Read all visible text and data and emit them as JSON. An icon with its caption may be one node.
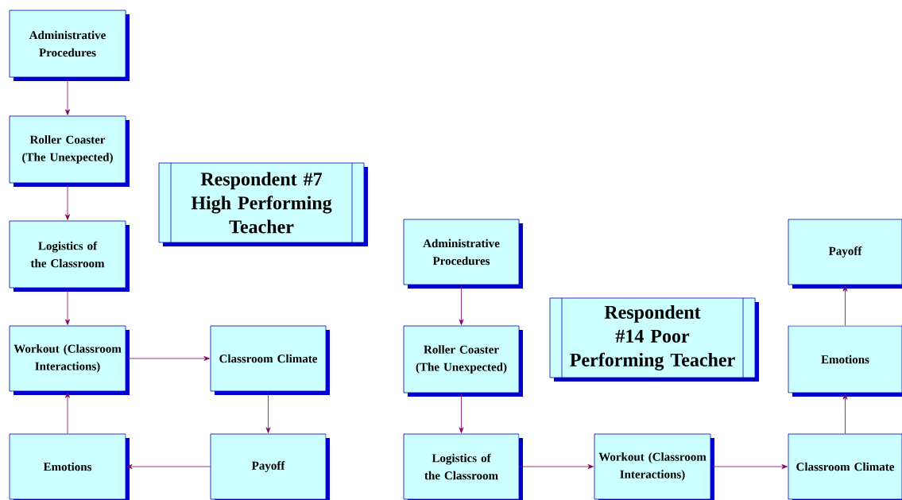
{
  "diagram": {
    "nodes": [
      {
        "text": [
          "Administrative Procedures"
        ]
      },
      {
        "text": [
          "Roller Coaster (The Unexpected)"
        ]
      },
      {
        "text": [
          "Respondent #7 High Performing Teacher"
        ]
      },
      {
        "text": [
          "Logistics of the Classroom"
        ]
      },
      {
        "text": [
          "Workout (Classroom Interactions)"
        ]
      },
      {
        "text": [
          "Classroom Climate"
        ]
      },
      {
        "text": [
          "Emotions"
        ]
      },
      {
        "text": [
          "Payoff"
        ]
      },
      {
        "text": [
          "Administrative Procedures"
        ]
      },
      {
        "text": [
          "Payoff"
        ]
      },
      {
        "text": [
          "Respondent #14 Poor Performing Teacher"
        ]
      },
      {
        "text": [
          "Roller Coaster (The Unexpected)"
        ]
      },
      {
        "text": [
          "Emotions"
        ]
      },
      {
        "text": [
          "Logistics of the Classroom"
        ]
      },
      {
        "text": [
          "Workout (Classroom Interactions)"
        ]
      },
      {
        "text": [
          "Classroom Climate"
        ]
      }
    ],
    "edges": [
      {
        "from": 0,
        "to": 1,
        "arrow": "to"
      },
      {
        "from": 1,
        "to": 3,
        "arrow": "to"
      },
      {
        "from": 3,
        "to": 4,
        "arrow": "to"
      },
      {
        "from": 4,
        "to": 5,
        "arrow": "to"
      },
      {
        "from": 5,
        "to": 7,
        "arrow": "to"
      },
      {
        "from": 7,
        "to": 6,
        "arrow": "to"
      },
      {
        "from": 6,
        "to": 4,
        "arrow": "to"
      },
      {
        "from": 8,
        "to": 11,
        "arrow": "to"
      },
      {
        "from": 11,
        "to": 13,
        "arrow": "to"
      },
      {
        "from": 13,
        "to": 14,
        "arrow": "to"
      },
      {
        "from": 14,
        "to": 15,
        "arrow": "to"
      },
      {
        "from": 15,
        "to": 12,
        "arrow": "to"
      },
      {
        "from": 12,
        "to": 9,
        "arrow": "to"
      }
    ]
  }
}
